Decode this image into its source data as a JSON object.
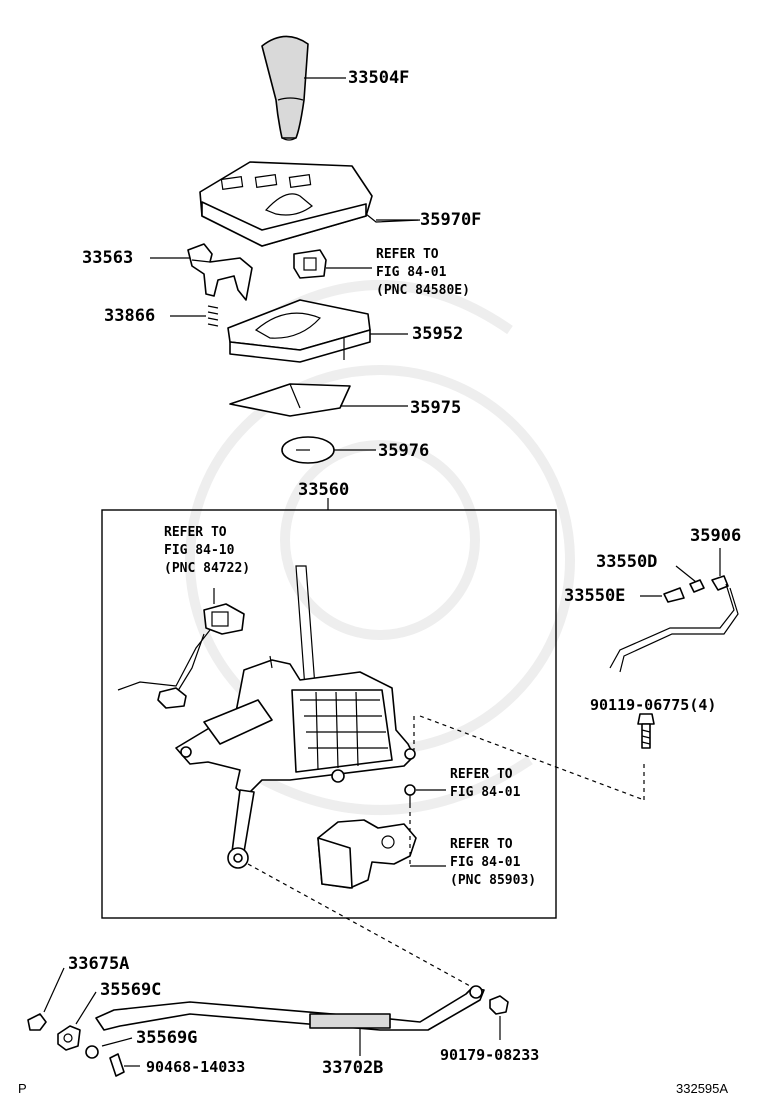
{
  "labels": {
    "p33504F": "33504F",
    "p35970F": "35970F",
    "p33563": "33563",
    "p33866": "33866",
    "p35952": "35952",
    "p35975": "35975",
    "p35976": "35976",
    "p33560": "33560",
    "p35906": "35906",
    "p33550D": "33550D",
    "p33550E": "33550E",
    "p90119": "90119-06775(4)",
    "p33675A": "33675A",
    "p35569C": "35569C",
    "p35569G": "35569G",
    "p90468": "90468-14033",
    "p33702B": "33702B",
    "p90179": "90179-08233"
  },
  "refs": {
    "ref1": [
      "REFER TO",
      "FIG 84-01",
      "(PNC 84580E)"
    ],
    "ref2": [
      "REFER TO",
      "FIG 84-10",
      "(PNC 84722)"
    ],
    "ref3": [
      "REFER TO",
      "FIG 84-01"
    ],
    "ref4": [
      "REFER TO",
      "FIG 84-01",
      "(PNC 85903)"
    ]
  },
  "footer": {
    "left": "P",
    "right": "332595A"
  }
}
